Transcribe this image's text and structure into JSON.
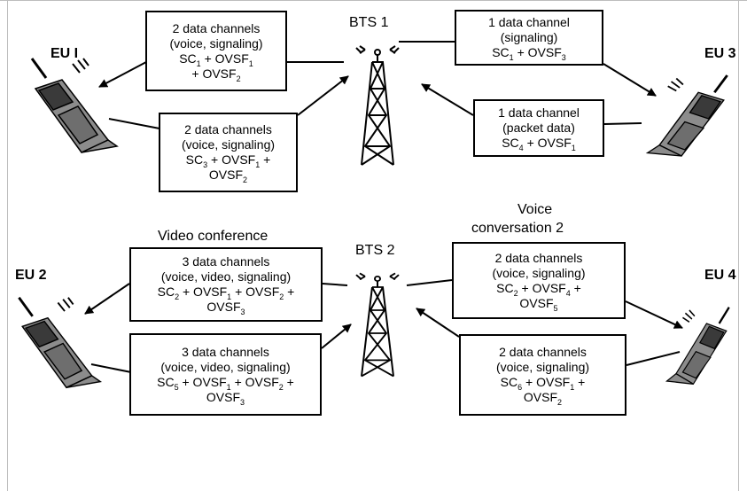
{
  "diagram": {
    "stations": [
      {
        "id": "bts1",
        "label": "BTS 1"
      },
      {
        "id": "bts2",
        "label": "BTS 2"
      }
    ],
    "devices": [
      {
        "id": "eu1",
        "label": "EU I"
      },
      {
        "id": "eu2",
        "label": "EU 2"
      },
      {
        "id": "eu3",
        "label": "EU 3"
      },
      {
        "id": "eu4",
        "label": "EU 4"
      }
    ],
    "section_titles": {
      "video": "Video conference",
      "voice_line1": "Voice",
      "voice_line2": "conversation 2"
    },
    "boxes": {
      "b1": {
        "l1": "2 data channels",
        "l2": "(voice, signaling)",
        "l3": [
          {
            "t": "SC",
            "s": "1"
          },
          {
            "t": " + OVSF",
            "s": "1"
          }
        ],
        "l4": [
          {
            "t": "+ OVSF",
            "s": "2"
          }
        ]
      },
      "b2": {
        "l1": "2 data channels",
        "l2": "(voice, signaling)",
        "l3": [
          {
            "t": "SC",
            "s": "3"
          },
          {
            "t": " + OVSF",
            "s": "1"
          },
          {
            "t": " +",
            "s": ""
          }
        ],
        "l4": [
          {
            "t": "OVSF",
            "s": "2"
          }
        ]
      },
      "b3": {
        "l1": "1 data channel",
        "l2": "(signaling)",
        "l3": [
          {
            "t": "SC",
            "s": "1"
          },
          {
            "t": " + OVSF",
            "s": "3"
          }
        ]
      },
      "b4": {
        "l1": "1 data channel",
        "l2": "(packet data)",
        "l3": [
          {
            "t": "SC",
            "s": "4"
          },
          {
            "t": " + OVSF",
            "s": "1"
          }
        ]
      },
      "b5": {
        "l1": "3 data channels",
        "l2": "(voice, video, signaling)",
        "l3": [
          {
            "t": "SC",
            "s": "2"
          },
          {
            "t": " + OVSF",
            "s": "1"
          },
          {
            "t": " + OVSF",
            "s": "2"
          },
          {
            "t": " +",
            "s": ""
          }
        ],
        "l4": [
          {
            "t": "OVSF",
            "s": "3"
          }
        ]
      },
      "b6": {
        "l1": "3 data channels",
        "l2": "(voice, video, signaling)",
        "l3": [
          {
            "t": "SC",
            "s": "5"
          },
          {
            "t": " + OVSF",
            "s": "1"
          },
          {
            "t": " + OVSF",
            "s": "2"
          },
          {
            "t": " +",
            "s": ""
          }
        ],
        "l4": [
          {
            "t": "OVSF",
            "s": "3"
          }
        ]
      },
      "b7": {
        "l1": "2 data channels",
        "l2": "(voice, signaling)",
        "l3": [
          {
            "t": "SC",
            "s": "2"
          },
          {
            "t": " + OVSF",
            "s": "4"
          },
          {
            "t": " +",
            "s": ""
          }
        ],
        "l4": [
          {
            "t": "OVSF",
            "s": "5"
          }
        ]
      },
      "b8": {
        "l1": "2 data channels",
        "l2": "(voice, signaling)",
        "l3": [
          {
            "t": "SC",
            "s": "6"
          },
          {
            "t": " + OVSF",
            "s": "1"
          },
          {
            "t": " +",
            "s": ""
          }
        ],
        "l4": [
          {
            "t": "OVSF",
            "s": "2"
          }
        ]
      }
    },
    "colors": {
      "ink": "#000000",
      "phone_body": "#8c8c8c",
      "phone_dark": "#3a3a3a",
      "frame": "#bdbdbd"
    }
  }
}
